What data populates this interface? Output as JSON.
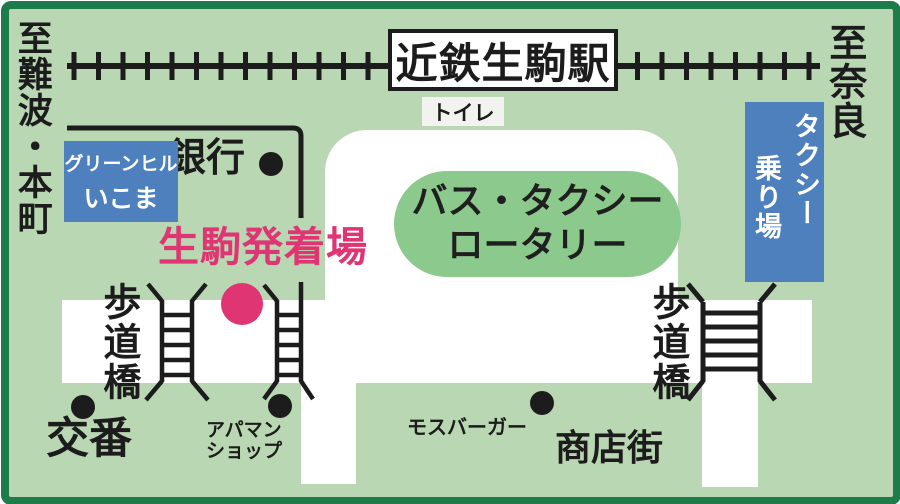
{
  "colors": {
    "background_green": "#b9d7b2",
    "border_green": "#1e7c4a",
    "road_white": "#ffffff",
    "rotary_green": "#8cc98c",
    "label_blue": "#4d80bd",
    "accent_pink": "#df3572",
    "line_black": "#1c1c1c",
    "toilet_gray": "#f2f3ee"
  },
  "directions": {
    "west": "至難波・本町",
    "east": "至奈良"
  },
  "station": {
    "name": "近鉄生駒駅",
    "toilet": "トイレ"
  },
  "places": {
    "green_hill_line1": "グリーンヒル",
    "green_hill_line2": "いこま",
    "bank": "銀行",
    "rotary_line1": "バス・タクシー",
    "rotary_line2": "ロータリー",
    "taxi_stand_col1": "タクシー",
    "taxi_stand_col2": "乗り場",
    "boarding_point": "生駒発着場",
    "footbridge_west": "歩道橋",
    "footbridge_east": "歩道橋",
    "police_box": "交番",
    "apaman_line1": "アパマン",
    "apaman_line2": "ショップ",
    "mos_burger": "モスバーガー",
    "shopping_street": "商店街"
  }
}
